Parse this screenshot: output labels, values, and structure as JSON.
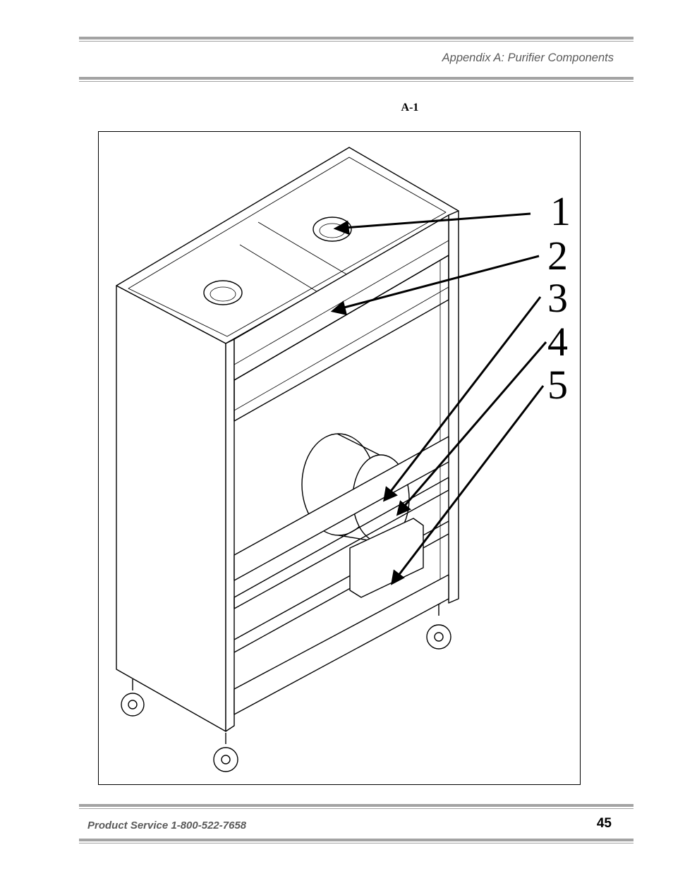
{
  "header": {
    "section_title": "Appendix A: Purifier Components"
  },
  "figure": {
    "label": "A-1",
    "callouts": [
      "1",
      "2",
      "3",
      "4",
      "5"
    ]
  },
  "footer": {
    "service_text": "Product Service  1-800-522-7658",
    "page_number": "45"
  },
  "colors": {
    "rule": "#a3a3a3",
    "header_text": "#5a5a5a",
    "ink": "#000000"
  }
}
